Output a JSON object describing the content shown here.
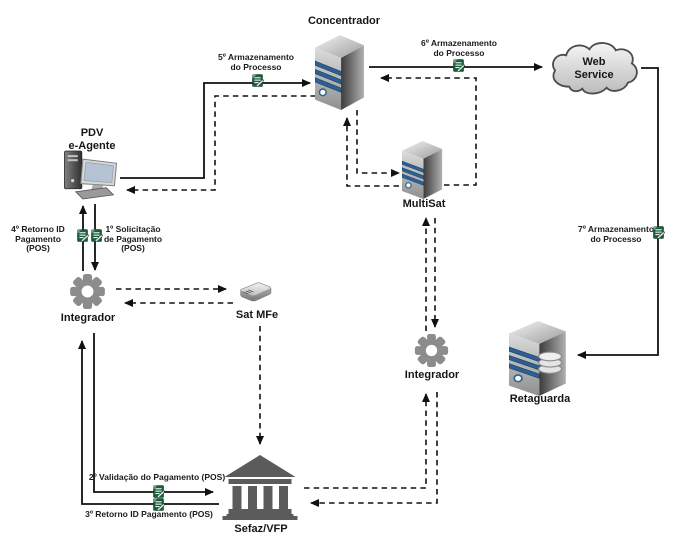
{
  "diagram": {
    "nodes": {
      "concentrador": {
        "label": "Concentrador",
        "icon": "server-icon"
      },
      "web_service": {
        "label": "Web\nService",
        "icon": "cloud-icon"
      },
      "pdv": {
        "label": "PDV\ne-Agente",
        "icon": "workstation-icon"
      },
      "multisat": {
        "label": "MultiSat",
        "icon": "server-icon"
      },
      "integrador_left": {
        "label": "Integrador",
        "icon": "gear-icon"
      },
      "sat_mfe": {
        "label": "Sat MFe",
        "icon": "sat-device-icon"
      },
      "sefaz": {
        "label": "Sefaz/VFP",
        "icon": "bank-icon"
      },
      "integrador_right": {
        "label": "Integrador",
        "icon": "gear-icon"
      },
      "retaguarda": {
        "label": "Retaguarda",
        "icon": "server-database-icon"
      }
    },
    "edge_labels": {
      "step1": {
        "label": "1º Solicitação\nde Pagamento\n(POS)",
        "icon": "document-edit-icon"
      },
      "step2": {
        "label": "2º Validação do Pagamento (POS)",
        "icon": "document-edit-icon"
      },
      "step3": {
        "label": "3º Retorno ID Pagamento (POS)",
        "icon": "document-edit-icon"
      },
      "step4": {
        "label": "4º Retorno ID\nPagamento\n(POS)",
        "icon": "document-edit-icon"
      },
      "step5": {
        "label": "5º Armazenamento\ndo Processo",
        "icon": "document-edit-icon"
      },
      "step6": {
        "label": "6º Armazenamento\ndo Processo",
        "icon": "document-edit-icon"
      },
      "step7": {
        "label": "7º Armazenamento\ndo Processo",
        "icon": "document-edit-icon"
      }
    },
    "edges": [
      {
        "from": "pdv",
        "to": "concentrador",
        "style": "solid",
        "label_ref": "step5"
      },
      {
        "from": "concentrador",
        "to": "web_service",
        "style": "solid",
        "label_ref": "step6"
      },
      {
        "from": "web_service",
        "to": "retaguarda",
        "style": "solid",
        "label_ref": "step7"
      },
      {
        "from": "pdv",
        "to": "integrador_left",
        "style": "solid",
        "label_ref": "step1"
      },
      {
        "from": "integrador_left",
        "to": "pdv",
        "style": "solid",
        "label_ref": "step4"
      },
      {
        "from": "integrador_left",
        "to": "sefaz",
        "style": "solid",
        "label_ref": "step2"
      },
      {
        "from": "sefaz",
        "to": "integrador_left",
        "style": "solid",
        "label_ref": "step3"
      },
      {
        "from": "concentrador",
        "to": "pdv",
        "style": "dashed",
        "label_ref": null
      },
      {
        "from": "concentrador",
        "to": "multisat",
        "style": "dashed",
        "label_ref": null
      },
      {
        "from": "multisat",
        "to": "concentrador",
        "style": "dashed",
        "label_ref": null
      },
      {
        "from": "multisat",
        "to": "concentrador",
        "style": "dashed",
        "label_ref": null
      },
      {
        "from": "integrador_left",
        "to": "sat_mfe",
        "style": "dashed",
        "label_ref": null
      },
      {
        "from": "sat_mfe",
        "to": "integrador_left",
        "style": "dashed",
        "label_ref": null
      },
      {
        "from": "sat_mfe",
        "to": "sefaz",
        "style": "dashed",
        "label_ref": null
      },
      {
        "from": "multisat",
        "to": "integrador_right",
        "style": "dashed",
        "label_ref": null
      },
      {
        "from": "integrador_right",
        "to": "multisat",
        "style": "dashed",
        "label_ref": null
      },
      {
        "from": "sefaz",
        "to": "integrador_right",
        "style": "dashed",
        "label_ref": null
      },
      {
        "from": "integrador_right",
        "to": "sefaz",
        "style": "dashed",
        "label_ref": null
      }
    ],
    "colors": {
      "line": "#1b1b1b",
      "document_green": "#1b5e3b",
      "gear_gray": "#8c8c8c",
      "building_gray": "#5b5b5b",
      "server_stripe_blue": "#2d5f94",
      "cloud_fill_light": "#f5f5f5",
      "cloud_fill_dark": "#bcbcbc"
    }
  }
}
